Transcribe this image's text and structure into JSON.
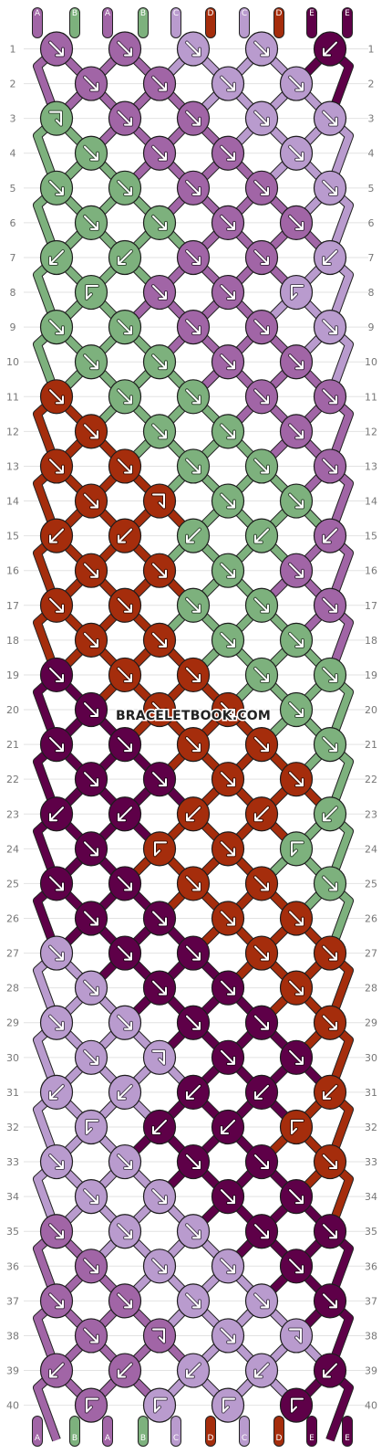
{
  "watermark": "BRACELETBOOK.COM",
  "colors": {
    "A": "#a165a6",
    "B": "#7db17d",
    "C": "#b99bce",
    "D": "#a52d0c",
    "E": "#5e0048"
  },
  "strands_top": [
    "A",
    "B",
    "A",
    "B",
    "C",
    "D",
    "C",
    "D",
    "E",
    "E"
  ],
  "strands_bottom": [
    "A",
    "B",
    "A",
    "B",
    "C",
    "D",
    "C",
    "D",
    "E",
    "E"
  ],
  "row_numbers": [
    1,
    2,
    3,
    4,
    5,
    6,
    7,
    8,
    9,
    10,
    11,
    12,
    13,
    14,
    15,
    16,
    17,
    18,
    19,
    20,
    21,
    22,
    23,
    24,
    25,
    26,
    27,
    28,
    29,
    30,
    31,
    32,
    33,
    34,
    35,
    36,
    37,
    38,
    39,
    40
  ],
  "rows": [
    [
      {
        "c": "A",
        "d": "R"
      },
      {
        "c": "A",
        "d": "R"
      },
      {
        "c": "C",
        "d": "R"
      },
      {
        "c": "C",
        "d": "R"
      },
      {
        "c": "E",
        "d": "L"
      }
    ],
    [
      {
        "c": "A",
        "d": "R"
      },
      {
        "c": "A",
        "d": "R"
      },
      {
        "c": "C",
        "d": "R"
      },
      {
        "c": "C",
        "d": "R"
      }
    ],
    [
      {
        "c": "B",
        "d": "r"
      },
      {
        "c": "A",
        "d": "R"
      },
      {
        "c": "A",
        "d": "R"
      },
      {
        "c": "C",
        "d": "R"
      },
      {
        "c": "C",
        "d": "R"
      }
    ],
    [
      {
        "c": "B",
        "d": "R"
      },
      {
        "c": "A",
        "d": "R"
      },
      {
        "c": "A",
        "d": "R"
      },
      {
        "c": "C",
        "d": "R"
      }
    ],
    [
      {
        "c": "B",
        "d": "R"
      },
      {
        "c": "B",
        "d": "R"
      },
      {
        "c": "A",
        "d": "R"
      },
      {
        "c": "A",
        "d": "R"
      },
      {
        "c": "C",
        "d": "R"
      }
    ],
    [
      {
        "c": "B",
        "d": "R"
      },
      {
        "c": "B",
        "d": "R"
      },
      {
        "c": "A",
        "d": "R"
      },
      {
        "c": "A",
        "d": "R"
      }
    ],
    [
      {
        "c": "B",
        "d": "L"
      },
      {
        "c": "B",
        "d": "L"
      },
      {
        "c": "A",
        "d": "R"
      },
      {
        "c": "A",
        "d": "R"
      },
      {
        "c": "C",
        "d": "L"
      }
    ],
    [
      {
        "c": "B",
        "d": "l"
      },
      {
        "c": "A",
        "d": "R"
      },
      {
        "c": "A",
        "d": "R"
      },
      {
        "c": "C",
        "d": "l"
      }
    ],
    [
      {
        "c": "B",
        "d": "R"
      },
      {
        "c": "B",
        "d": "R"
      },
      {
        "c": "A",
        "d": "R"
      },
      {
        "c": "A",
        "d": "R"
      },
      {
        "c": "C",
        "d": "R"
      }
    ],
    [
      {
        "c": "B",
        "d": "R"
      },
      {
        "c": "B",
        "d": "R"
      },
      {
        "c": "A",
        "d": "R"
      },
      {
        "c": "A",
        "d": "R"
      }
    ],
    [
      {
        "c": "D",
        "d": "R"
      },
      {
        "c": "B",
        "d": "R"
      },
      {
        "c": "B",
        "d": "R"
      },
      {
        "c": "A",
        "d": "R"
      },
      {
        "c": "A",
        "d": "R"
      }
    ],
    [
      {
        "c": "D",
        "d": "R"
      },
      {
        "c": "B",
        "d": "R"
      },
      {
        "c": "B",
        "d": "R"
      },
      {
        "c": "A",
        "d": "R"
      }
    ],
    [
      {
        "c": "D",
        "d": "R"
      },
      {
        "c": "D",
        "d": "R"
      },
      {
        "c": "B",
        "d": "R"
      },
      {
        "c": "B",
        "d": "R"
      },
      {
        "c": "A",
        "d": "R"
      }
    ],
    [
      {
        "c": "D",
        "d": "R"
      },
      {
        "c": "D",
        "d": "r"
      },
      {
        "c": "B",
        "d": "R"
      },
      {
        "c": "B",
        "d": "R"
      }
    ],
    [
      {
        "c": "D",
        "d": "L"
      },
      {
        "c": "D",
        "d": "L"
      },
      {
        "c": "B",
        "d": "L"
      },
      {
        "c": "B",
        "d": "L"
      },
      {
        "c": "A",
        "d": "L"
      }
    ],
    [
      {
        "c": "D",
        "d": "R"
      },
      {
        "c": "D",
        "d": "R"
      },
      {
        "c": "B",
        "d": "R"
      },
      {
        "c": "A",
        "d": "R"
      }
    ],
    [
      {
        "c": "D",
        "d": "R"
      },
      {
        "c": "D",
        "d": "R"
      },
      {
        "c": "B",
        "d": "R"
      },
      {
        "c": "B",
        "d": "R"
      },
      {
        "c": "A",
        "d": "R"
      }
    ],
    [
      {
        "c": "D",
        "d": "R"
      },
      {
        "c": "D",
        "d": "R"
      },
      {
        "c": "B",
        "d": "R"
      },
      {
        "c": "B",
        "d": "R"
      }
    ],
    [
      {
        "c": "E",
        "d": "R"
      },
      {
        "c": "D",
        "d": "R"
      },
      {
        "c": "D",
        "d": "R"
      },
      {
        "c": "B",
        "d": "R"
      },
      {
        "c": "B",
        "d": "R"
      }
    ],
    [
      {
        "c": "E",
        "d": "R"
      },
      {
        "c": "D",
        "d": "R"
      },
      {
        "c": "D",
        "d": "R"
      },
      {
        "c": "B",
        "d": "R"
      }
    ],
    [
      {
        "c": "E",
        "d": "R"
      },
      {
        "c": "E",
        "d": "R"
      },
      {
        "c": "D",
        "d": "R"
      },
      {
        "c": "D",
        "d": "R"
      },
      {
        "c": "B",
        "d": "R"
      }
    ],
    [
      {
        "c": "E",
        "d": "R"
      },
      {
        "c": "E",
        "d": "R"
      },
      {
        "c": "D",
        "d": "R"
      },
      {
        "c": "D",
        "d": "R"
      }
    ],
    [
      {
        "c": "E",
        "d": "L"
      },
      {
        "c": "E",
        "d": "L"
      },
      {
        "c": "D",
        "d": "L"
      },
      {
        "c": "D",
        "d": "L"
      },
      {
        "c": "B",
        "d": "L"
      }
    ],
    [
      {
        "c": "E",
        "d": "R"
      },
      {
        "c": "D",
        "d": "l"
      },
      {
        "c": "D",
        "d": "R"
      },
      {
        "c": "B",
        "d": "l"
      }
    ],
    [
      {
        "c": "E",
        "d": "R"
      },
      {
        "c": "E",
        "d": "R"
      },
      {
        "c": "D",
        "d": "R"
      },
      {
        "c": "D",
        "d": "R"
      },
      {
        "c": "B",
        "d": "R"
      }
    ],
    [
      {
        "c": "E",
        "d": "R"
      },
      {
        "c": "E",
        "d": "R"
      },
      {
        "c": "D",
        "d": "R"
      },
      {
        "c": "D",
        "d": "R"
      }
    ],
    [
      {
        "c": "C",
        "d": "R"
      },
      {
        "c": "E",
        "d": "R"
      },
      {
        "c": "E",
        "d": "R"
      },
      {
        "c": "D",
        "d": "R"
      },
      {
        "c": "D",
        "d": "R"
      }
    ],
    [
      {
        "c": "C",
        "d": "R"
      },
      {
        "c": "E",
        "d": "R"
      },
      {
        "c": "E",
        "d": "R"
      },
      {
        "c": "D",
        "d": "R"
      }
    ],
    [
      {
        "c": "C",
        "d": "R"
      },
      {
        "c": "C",
        "d": "R"
      },
      {
        "c": "E",
        "d": "R"
      },
      {
        "c": "E",
        "d": "R"
      },
      {
        "c": "D",
        "d": "R"
      }
    ],
    [
      {
        "c": "C",
        "d": "R"
      },
      {
        "c": "C",
        "d": "r"
      },
      {
        "c": "E",
        "d": "R"
      },
      {
        "c": "E",
        "d": "R"
      }
    ],
    [
      {
        "c": "C",
        "d": "L"
      },
      {
        "c": "C",
        "d": "L"
      },
      {
        "c": "E",
        "d": "L"
      },
      {
        "c": "E",
        "d": "L"
      },
      {
        "c": "D",
        "d": "L"
      }
    ],
    [
      {
        "c": "C",
        "d": "l"
      },
      {
        "c": "E",
        "d": "L"
      },
      {
        "c": "E",
        "d": "L"
      },
      {
        "c": "D",
        "d": "l"
      }
    ],
    [
      {
        "c": "C",
        "d": "R"
      },
      {
        "c": "C",
        "d": "R"
      },
      {
        "c": "E",
        "d": "R"
      },
      {
        "c": "E",
        "d": "R"
      },
      {
        "c": "D",
        "d": "R"
      }
    ],
    [
      {
        "c": "C",
        "d": "R"
      },
      {
        "c": "C",
        "d": "R"
      },
      {
        "c": "E",
        "d": "R"
      },
      {
        "c": "E",
        "d": "R"
      }
    ],
    [
      {
        "c": "A",
        "d": "R"
      },
      {
        "c": "C",
        "d": "R"
      },
      {
        "c": "C",
        "d": "R"
      },
      {
        "c": "E",
        "d": "R"
      },
      {
        "c": "E",
        "d": "R"
      }
    ],
    [
      {
        "c": "A",
        "d": "R"
      },
      {
        "c": "C",
        "d": "R"
      },
      {
        "c": "C",
        "d": "R"
      },
      {
        "c": "E",
        "d": "R"
      }
    ],
    [
      {
        "c": "A",
        "d": "R"
      },
      {
        "c": "A",
        "d": "R"
      },
      {
        "c": "C",
        "d": "R"
      },
      {
        "c": "C",
        "d": "R"
      },
      {
        "c": "E",
        "d": "R"
      }
    ],
    [
      {
        "c": "A",
        "d": "R"
      },
      {
        "c": "A",
        "d": "r"
      },
      {
        "c": "C",
        "d": "R"
      },
      {
        "c": "C",
        "d": "r"
      }
    ],
    [
      {
        "c": "A",
        "d": "L"
      },
      {
        "c": "A",
        "d": "L"
      },
      {
        "c": "C",
        "d": "L"
      },
      {
        "c": "C",
        "d": "L"
      },
      {
        "c": "E",
        "d": "L"
      }
    ],
    [
      {
        "c": "A",
        "d": "l"
      },
      {
        "c": "C",
        "d": "l"
      },
      {
        "c": "C",
        "d": "l"
      },
      {
        "c": "E",
        "d": "l"
      }
    ]
  ]
}
